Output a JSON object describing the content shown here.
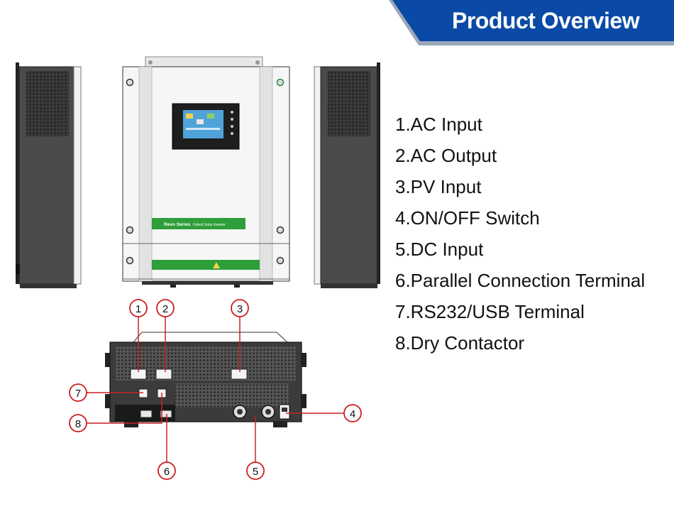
{
  "banner": {
    "title": "Product Overview",
    "color": "#0a4aa6"
  },
  "features": [
    "1.AC Input",
    "2.AC Output",
    "3.PV Input",
    "4.ON/OFF Switch",
    "5.DC Input",
    "6.Parallel Connection Terminal",
    "7.RS232/USB Terminal",
    "8.Dry Contactor"
  ],
  "front_panel": {
    "label": "Revo Series",
    "sublabel": "Hybrid Solar Inverter",
    "accent_color": "#2e9e3a"
  },
  "callouts": [
    "1",
    "2",
    "3",
    "4",
    "5",
    "6",
    "7",
    "8"
  ],
  "callout_color": "#cc1f1f"
}
